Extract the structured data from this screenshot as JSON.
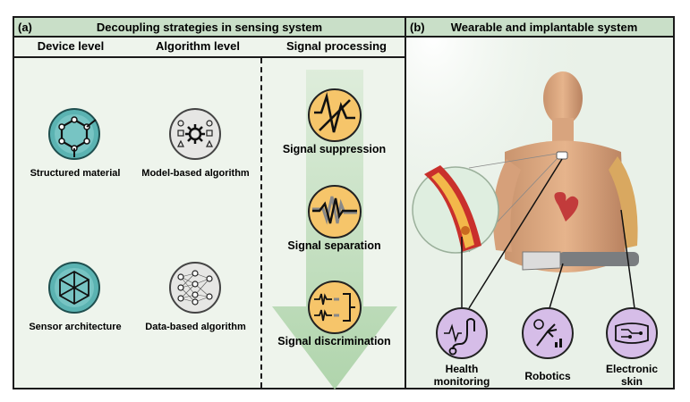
{
  "panel_a": {
    "letter": "(a)",
    "title": "Decoupling strategies in sensing system",
    "columns": [
      "Device level",
      "Algorithm level",
      "Signal processing"
    ],
    "items": {
      "structured_material": "Structured material",
      "model_based": "Model-based algorithm",
      "sensor_architecture": "Sensor architecture",
      "data_based": "Data-based algorithm",
      "signal_suppression": "Signal suppression",
      "signal_separation": "Signal separation",
      "signal_discrimination": "Signal discrimination"
    }
  },
  "panel_b": {
    "letter": "(b)",
    "title": "Wearable and implantable system",
    "health_1": "Health",
    "health_2": "monitoring",
    "robotics": "Robotics",
    "eskin_1": "Electronic",
    "eskin_2": "skin"
  },
  "colors": {
    "header_bg": "#c9dfc8",
    "teal_icon": "#5bb3b2",
    "orange_icon": "#f6c56a",
    "purple_icon": "#d6bde8",
    "arrow": "#b9d9b6"
  }
}
